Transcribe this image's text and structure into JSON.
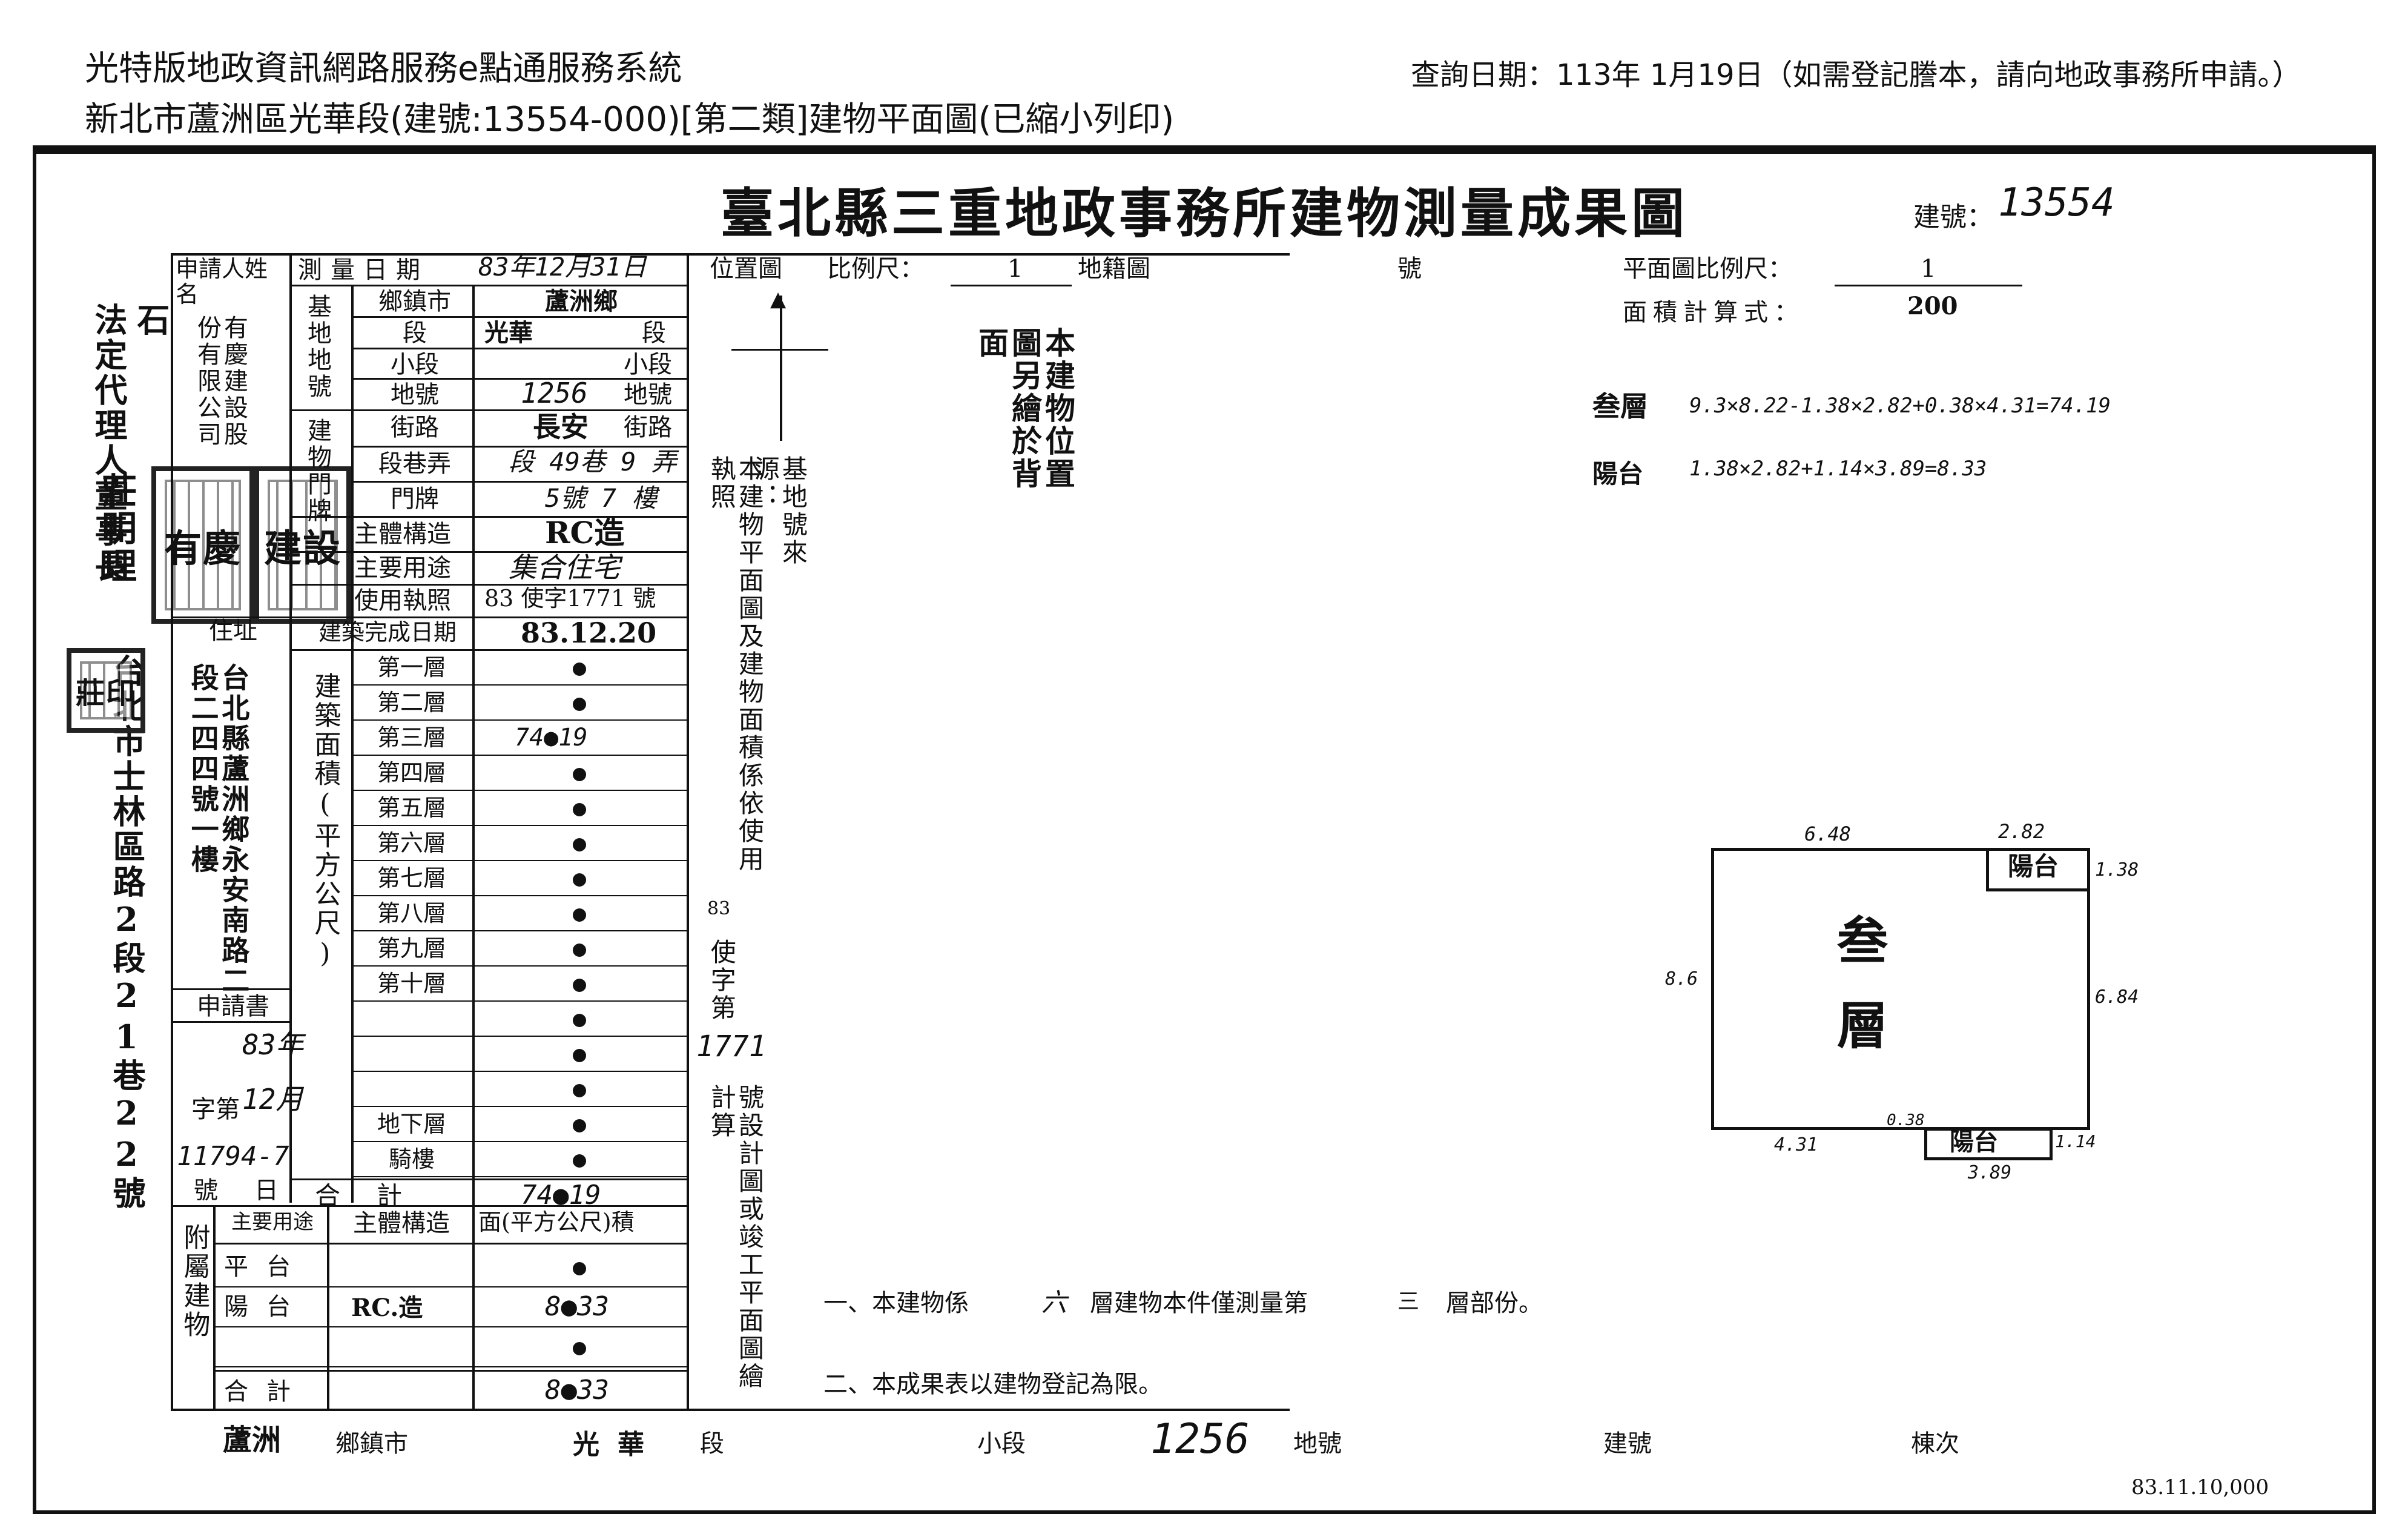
{
  "header": {
    "system_title": "光特版地政資訊網路服務e點通服務系統",
    "subtitle": "新北市蘆洲區光華段(建號:13554-000)[第二類]建物平面圖(已縮小列印)",
    "query_date": "查詢日期：113年 1月19日（如需登記謄本，請向地政事務所申請。）"
  },
  "document": {
    "title": "臺北縣三重地政事務所建物測量成果圖",
    "building_no_label": "建號：",
    "building_no_value": "13554"
  },
  "applicant": {
    "label": "申請人姓名",
    "name": "有慶建設股份有限公司",
    "rep_title": "法定代理人董事長",
    "rep_prefix": "石",
    "rep_name": "莊明理",
    "address_label": "住址",
    "address": "台北縣蘆洲鄉永安南路二段二四四號一樓",
    "address2": "台北市士林區路2段21巷22號"
  },
  "survey": {
    "date_label": "測量日期",
    "date_value": "83年12月31日",
    "base_label": "基地地號",
    "township_label": "鄉鎮市",
    "township": "蘆洲鄉",
    "section_label": "段",
    "section": "光華",
    "section_suffix": "段",
    "subsection_label": "小段",
    "subsection_suffix": "小段",
    "lot_label": "地號",
    "lot_value": "1256",
    "lot_suffix": "地號",
    "street_label": "街路",
    "street_value": "長安",
    "street_suffix": "街路",
    "lane_label": "段巷弄",
    "lane_value": "段 49巷 9 弄",
    "plate_label": "門牌",
    "plate_value": "5號 7 樓",
    "building_group_label": "建物門牌",
    "structure_label": "主體構造",
    "structure_value": "RC造",
    "use_label": "主要用途",
    "use_value": "集合住宅",
    "permit_label": "使用執照",
    "permit_value": "83 使字1771 號",
    "completion_label": "建築完成日期",
    "completion_value": "83.12.20"
  },
  "floor_area": {
    "group_label": "建築面積(平方公尺)",
    "floors": [
      {
        "label": "第一層",
        "value": ""
      },
      {
        "label": "第二層",
        "value": ""
      },
      {
        "label": "第三層",
        "value": "74●19"
      },
      {
        "label": "第四層",
        "value": ""
      },
      {
        "label": "第五層",
        "value": ""
      },
      {
        "label": "第六層",
        "value": ""
      },
      {
        "label": "第七層",
        "value": ""
      },
      {
        "label": "第八層",
        "value": ""
      },
      {
        "label": "第九層",
        "value": ""
      },
      {
        "label": "第十層",
        "value": ""
      },
      {
        "label": "",
        "value": ""
      },
      {
        "label": "",
        "value": ""
      },
      {
        "label": "",
        "value": ""
      },
      {
        "label": "地下層",
        "value": ""
      },
      {
        "label": "騎樓",
        "value": ""
      }
    ],
    "total_label": "合計",
    "total_value": "74●19"
  },
  "application": {
    "label": "申請書",
    "year": "83年",
    "month": "12月",
    "day_label": "日",
    "word_label": "字第",
    "number": "11794-7",
    "number_suffix": "號"
  },
  "annex": {
    "label": "附屬建物",
    "col_use": "主要用途",
    "col_structure": "主體構造",
    "col_area": "面(平方公尺)積",
    "rows": [
      {
        "use": "平台",
        "structure": "",
        "area": ""
      },
      {
        "use": "陽台",
        "structure": "RC.造",
        "area": "8●33"
      },
      {
        "use": "",
        "structure": "",
        "area": ""
      }
    ],
    "total_label": "合計",
    "total_value": "8●33"
  },
  "notes_vertical": {
    "base_source": "基地號來源：",
    "note_main_a": "本建物平面圖及建物面積係依使用執照",
    "note_permit_year": "83",
    "note_permit_word": "使字第",
    "note_permit_no": "1771",
    "note_main_b": "號設計圖或竣工平面圖繪計算"
  },
  "location": {
    "label": "位置圖",
    "scale_label": "比例尺：",
    "scale_value": "1",
    "cadastral_label": "地籍圖",
    "no_label": "號",
    "note": "本建物位置圖另繪於背面"
  },
  "plan": {
    "scale_label": "平面圖比例尺：",
    "scale_value": "1",
    "scale_denominator": "200",
    "formula_label": "面積計算式：",
    "formula_floor_label": "叁層",
    "formula_floor": "9.3×8.22-1.38×2.82+0.38×4.31=74.19",
    "formula_balcony_label": "陽台",
    "formula_balcony": "1.38×2.82+1.14×3.89=8.33",
    "room_label_1": "叁",
    "room_label_2": "層",
    "balcony_top": "陽台",
    "balcony_bottom": "陽台",
    "dim_top": "6.48",
    "dim_top_right": "2.82",
    "dim_right_top": "1.38",
    "dim_left": "8.6",
    "dim_right": "6.84",
    "dim_bottom_step": "0.38",
    "dim_bottom_left": "4.31",
    "dim_bottom_right": "1.14",
    "dim_bottom_balcony": "3.89"
  },
  "remarks": {
    "r1_a": "一、本建物係",
    "r1_floors": "六",
    "r1_b": "層建物本件僅測量第",
    "r1_floor": "三",
    "r1_c": "層部份。",
    "r2": "二、本成果表以建物登記為限。"
  },
  "footer": {
    "township": "蘆洲",
    "township_label": "鄉鎮市",
    "section": "光華",
    "section_label": "段",
    "subsection_label": "小段",
    "lot": "1256",
    "lot_label": "地號",
    "building_label": "建號",
    "unit_label": "棟次",
    "print_code": "83.11.10,000"
  }
}
